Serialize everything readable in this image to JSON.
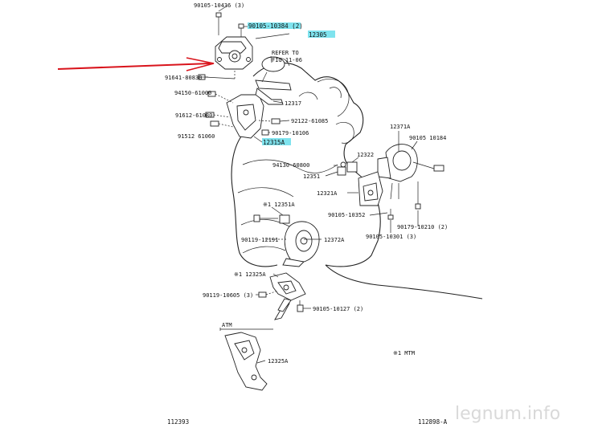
{
  "labels": {
    "p1": "90105-10436 (3)",
    "p2": "90105-10384 (2)",
    "p3": "12305",
    "p4": "REFER TO",
    "p5": "FIG 11-06",
    "p6": "91641-80830",
    "p7": "94150-61000",
    "p8": "12317",
    "p9": "91612-61080",
    "p10": "92122-61085",
    "p11": "90179-10106",
    "p12": "91512 61060",
    "p13": "12315A",
    "p14": "12371A",
    "p15": "90105 10184",
    "p16": "12322",
    "p17": "94130-60800",
    "p18": "12351",
    "p19": "12321A",
    "p20": "90105-10352",
    "p21": "90179-10210 (2)",
    "p22": "90105-10301 (3)",
    "p23": "※1 12351A",
    "p24": "90119-12191",
    "p25": "12372A",
    "p26": "※1 12325A",
    "p27": "90119-10605 (3)",
    "p28": "90105-10127 (2)",
    "p29": "ATM",
    "p30": "12325A",
    "p31": "※1 MTM",
    "p32": "112393",
    "p33": "112898-A"
  },
  "watermark": "legnum.info",
  "colors": {
    "highlight": "#7fe3ee",
    "arrow": "#d9141c",
    "line": "#222222"
  }
}
